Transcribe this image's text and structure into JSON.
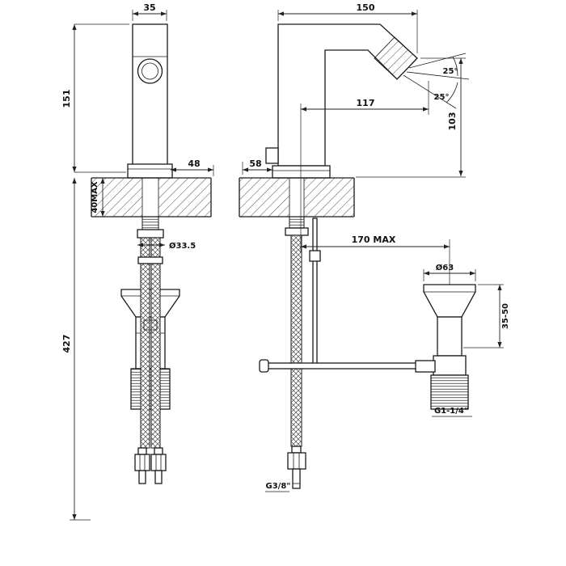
{
  "drawing": {
    "front": {
      "dim_width_top": "35",
      "dim_height": "151",
      "dim_base": "48",
      "dim_deck_thickness": "40MAX",
      "dim_hose_diameter": "Ø33.5",
      "dim_overall_height": "427"
    },
    "side": {
      "dim_depth_top": "150",
      "dim_angle_upper": "25°",
      "dim_angle_lower": "25°",
      "dim_spout_reach": "117",
      "dim_spout_height": "103",
      "dim_base_depth": "58",
      "dim_drain_offset": "170 MAX",
      "dim_drain_diameter": "Ø63",
      "dim_clamp_range": "35-50",
      "thread_drain": "G1-1/4\"",
      "thread_supply": "G3/8\""
    }
  }
}
